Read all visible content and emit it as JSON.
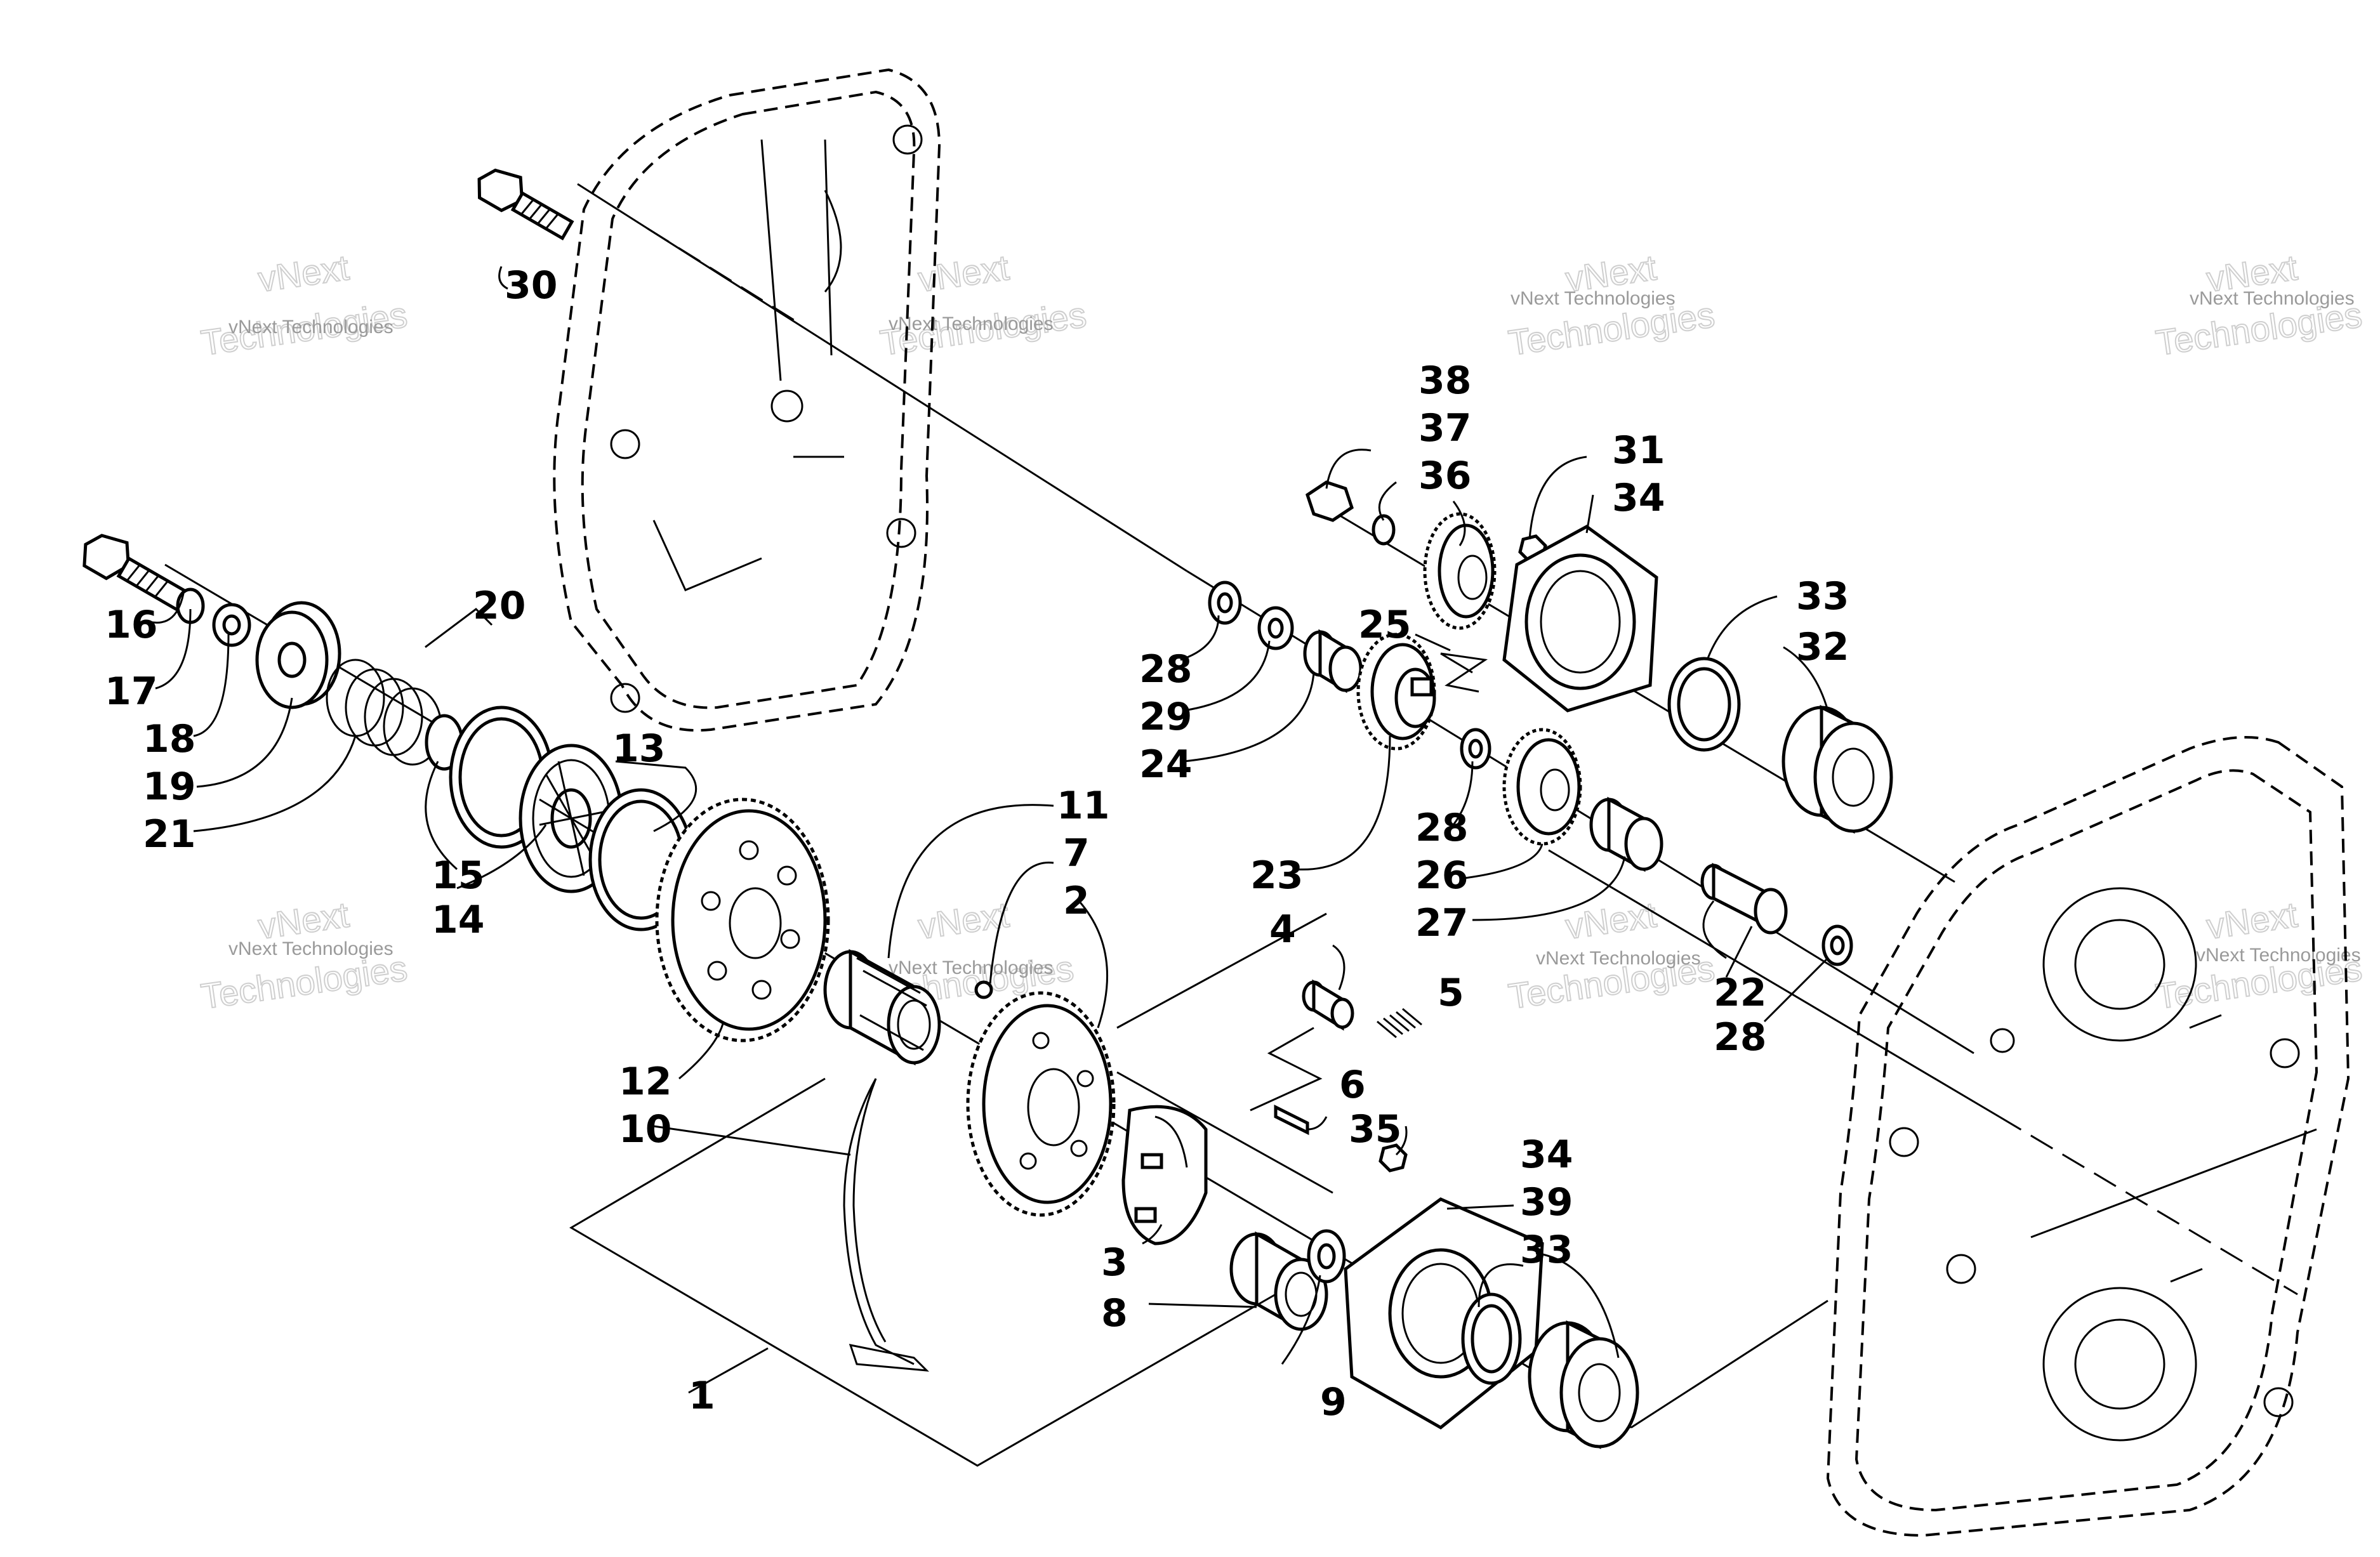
{
  "callouts": {
    "c1": "1",
    "c2": "2",
    "c3": "3",
    "c4": "4",
    "c5": "5",
    "c6": "6",
    "c7": "7",
    "c8": "8",
    "c9": "9",
    "c10": "10",
    "c11": "11",
    "c12": "12",
    "c13": "13",
    "c14": "14",
    "c15": "15",
    "c16": "16",
    "c17": "17",
    "c18": "18",
    "c19": "19",
    "c20": "20",
    "c21": "21",
    "c22": "22",
    "c23": "23",
    "c24": "24",
    "c25": "25",
    "c26": "26",
    "c27": "27",
    "c28a": "28",
    "c28b": "28",
    "c28c": "28",
    "c29": "29",
    "c30": "30",
    "c31": "31",
    "c32": "32",
    "c33a": "33",
    "c33b": "33",
    "c34a": "34",
    "c34b": "34",
    "c35": "35",
    "c36": "36",
    "c37": "37",
    "c38": "38",
    "c39": "39"
  },
  "watermark": {
    "text": "vNext Technologies",
    "line1": "vNext",
    "line2": "Technologies"
  }
}
